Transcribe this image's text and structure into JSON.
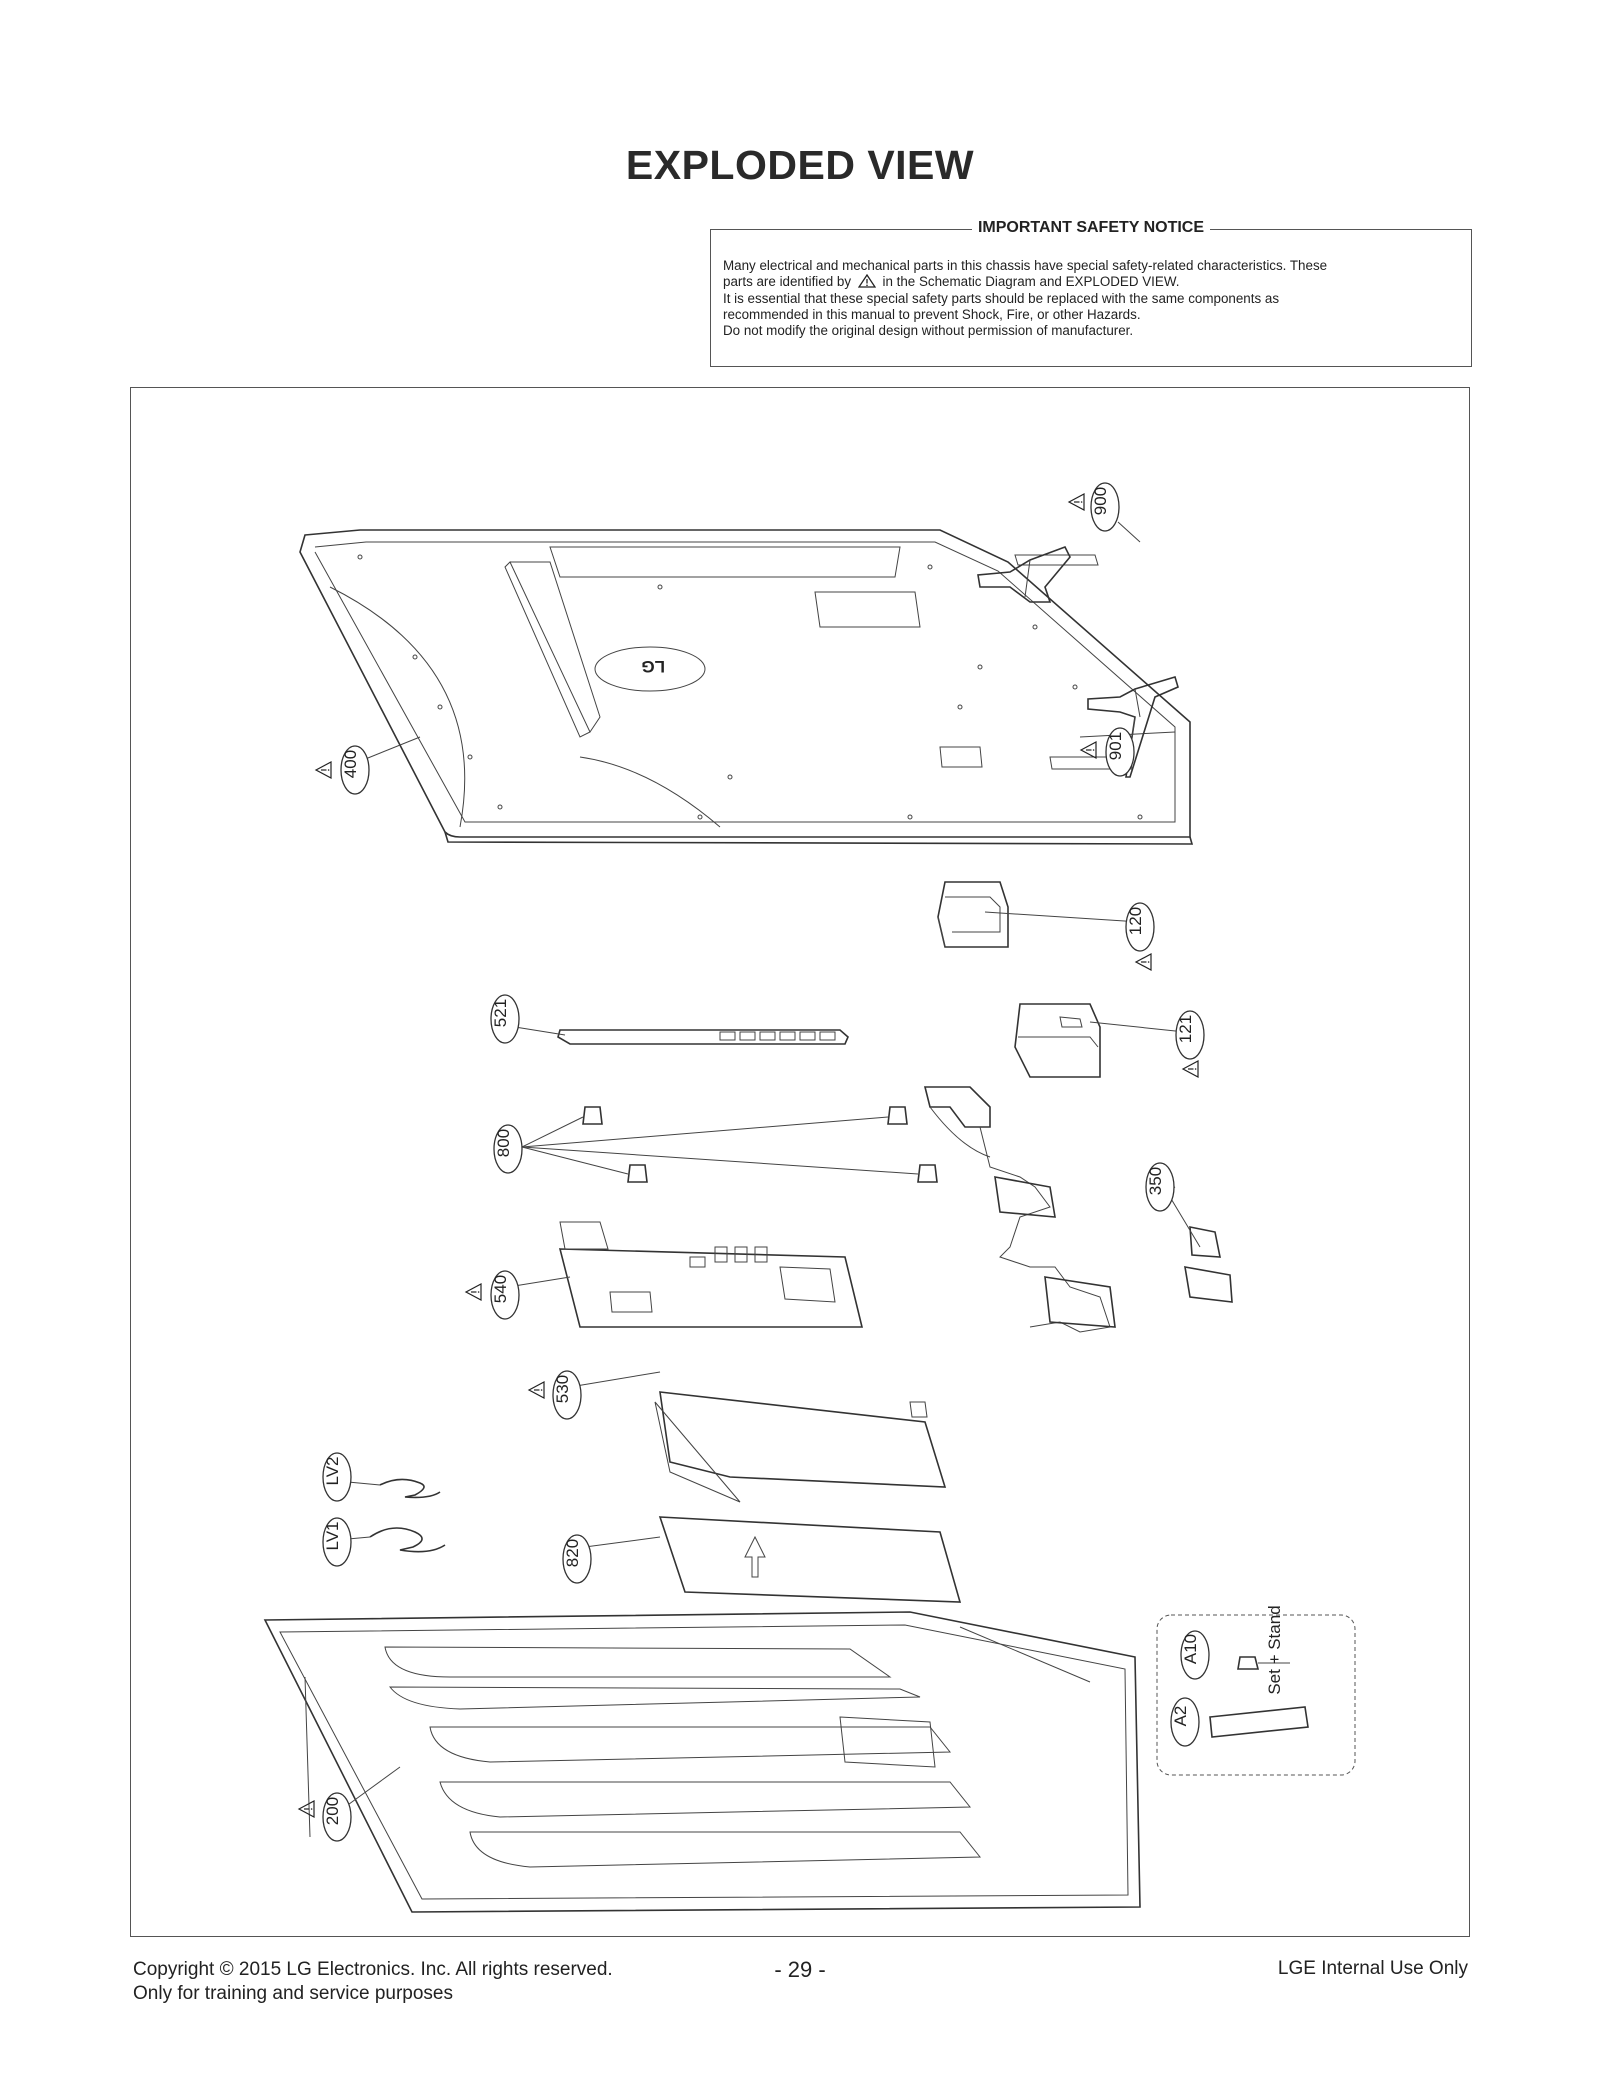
{
  "page": {
    "title": "EXPLODED VIEW",
    "notice_title": "IMPORTANT SAFETY NOTICE",
    "notice_lines": [
      "Many electrical and mechanical parts in this chassis have special safety-related characteristics. These",
      "in the Schematic Diagram and EXPLODED VIEW.",
      "It is essential that these special safety parts should be replaced with the same components as",
      "recommended in this manual to prevent Shock, Fire, or other Hazards.",
      "Do not modify the original design without permission of manufacturer."
    ],
    "notice_line2_prefix": "parts are identified by",
    "footer_copyright": "Copyright  © 2015 LG Electronics. Inc. All rights reserved.",
    "footer_training": "Only for training and service purposes",
    "page_number": "- 29 -",
    "footer_internal": "LGE Internal Use Only"
  },
  "parts": {
    "p900": "900",
    "p901": "901",
    "p400": "400",
    "p120": "120",
    "p121": "121",
    "p521": "521",
    "p800": "800",
    "p350": "350",
    "p540": "540",
    "p530": "530",
    "pLV2": "LV2",
    "pLV1": "LV1",
    "p820": "820",
    "p200": "200",
    "pA10": "A10",
    "pA2": "A2",
    "accessory_note": "Set + Stand",
    "logo_text": "LG"
  }
}
